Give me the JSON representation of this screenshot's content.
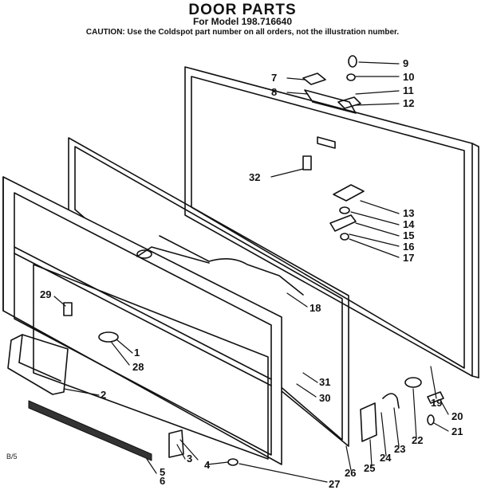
{
  "header": {
    "title": "DOOR PARTS",
    "subtitle": "For Model 198.716640",
    "caution": "CAUTION: Use the Coldspot part number on all orders, not the illustration number."
  },
  "corner_mark": "B/5",
  "parts": {
    "p1": "1",
    "p2": "2",
    "p3": "3",
    "p4": "4",
    "p5": "5",
    "p6": "6",
    "p7": "7",
    "p8": "8",
    "p9": "9",
    "p10": "10",
    "p11": "11",
    "p12": "12",
    "p13": "13",
    "p14": "14",
    "p15": "15",
    "p16": "16",
    "p17": "17",
    "p18": "18",
    "p19": "19",
    "p20": "20",
    "p21": "21",
    "p22": "22",
    "p23": "23",
    "p24": "24",
    "p25": "25",
    "p26": "26",
    "p27": "27",
    "p28": "28",
    "p29": "29",
    "p30": "30",
    "p31": "31",
    "p32": "32"
  }
}
